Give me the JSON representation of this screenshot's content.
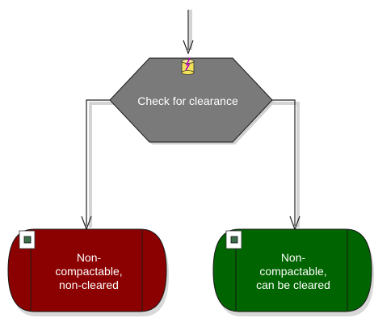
{
  "colors": {
    "decision_fill": "#7a7a7a",
    "red_node_fill": "#8b0000",
    "green_node_fill": "#006400",
    "connector": "#222222",
    "connector_shadow": "#d4d4d4",
    "label_text": "#ffffff"
  },
  "diagram": {
    "decision": {
      "label": "Check for clearance",
      "icon": "database-lightning-icon"
    },
    "outcomes": [
      {
        "name": "non-compactable-non-cleared",
        "lines": [
          "Non-",
          "compactable,",
          "non-cleared"
        ],
        "icon": "checkbox-marker-icon"
      },
      {
        "name": "non-compactable-can-be-cleared",
        "lines": [
          "Non-",
          "compactable,",
          "can be cleared"
        ],
        "icon": "checkbox-marker-icon"
      }
    ]
  }
}
